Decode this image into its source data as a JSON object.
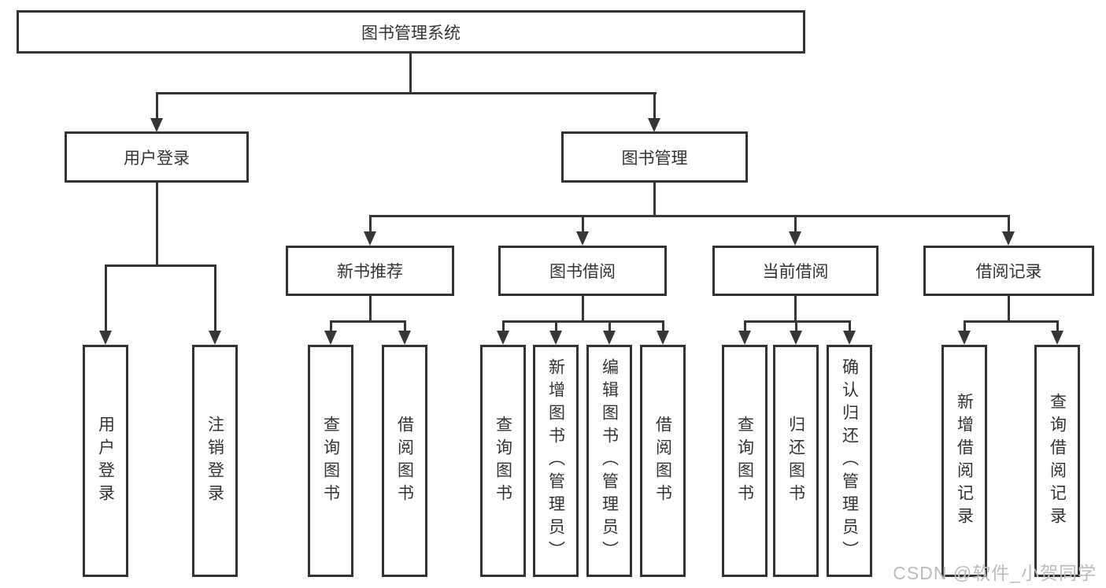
{
  "colors": {
    "line": "#363636",
    "box_border": "#333333",
    "text": "#333333",
    "watermark": "#bcbcbc",
    "background": "#ffffff"
  },
  "watermark": {
    "text": "CSDN @软件_小贺同学"
  },
  "tree": {
    "root": {
      "label": "图书管理系统"
    },
    "branches": [
      {
        "label": "用户登录",
        "children": [
          {
            "label": "用户登录"
          },
          {
            "label": "注销登录"
          }
        ]
      },
      {
        "label": "图书管理",
        "children": [
          {
            "label": "新书推荐",
            "children": [
              {
                "label": "查询图书"
              },
              {
                "label": "借阅图书"
              }
            ]
          },
          {
            "label": "图书借阅",
            "children": [
              {
                "label": "查询图书"
              },
              {
                "label": "新增图书（管理员）"
              },
              {
                "label": "编辑图书（管理员）"
              },
              {
                "label": "借阅图书"
              }
            ]
          },
          {
            "label": "当前借阅",
            "children": [
              {
                "label": "查询图书"
              },
              {
                "label": "归还图书"
              },
              {
                "label": "确认归还（管理员）"
              }
            ]
          },
          {
            "label": "借阅记录",
            "children": [
              {
                "label": "新增借阅记录"
              },
              {
                "label": "查询借阅记录"
              }
            ]
          }
        ]
      }
    ]
  }
}
